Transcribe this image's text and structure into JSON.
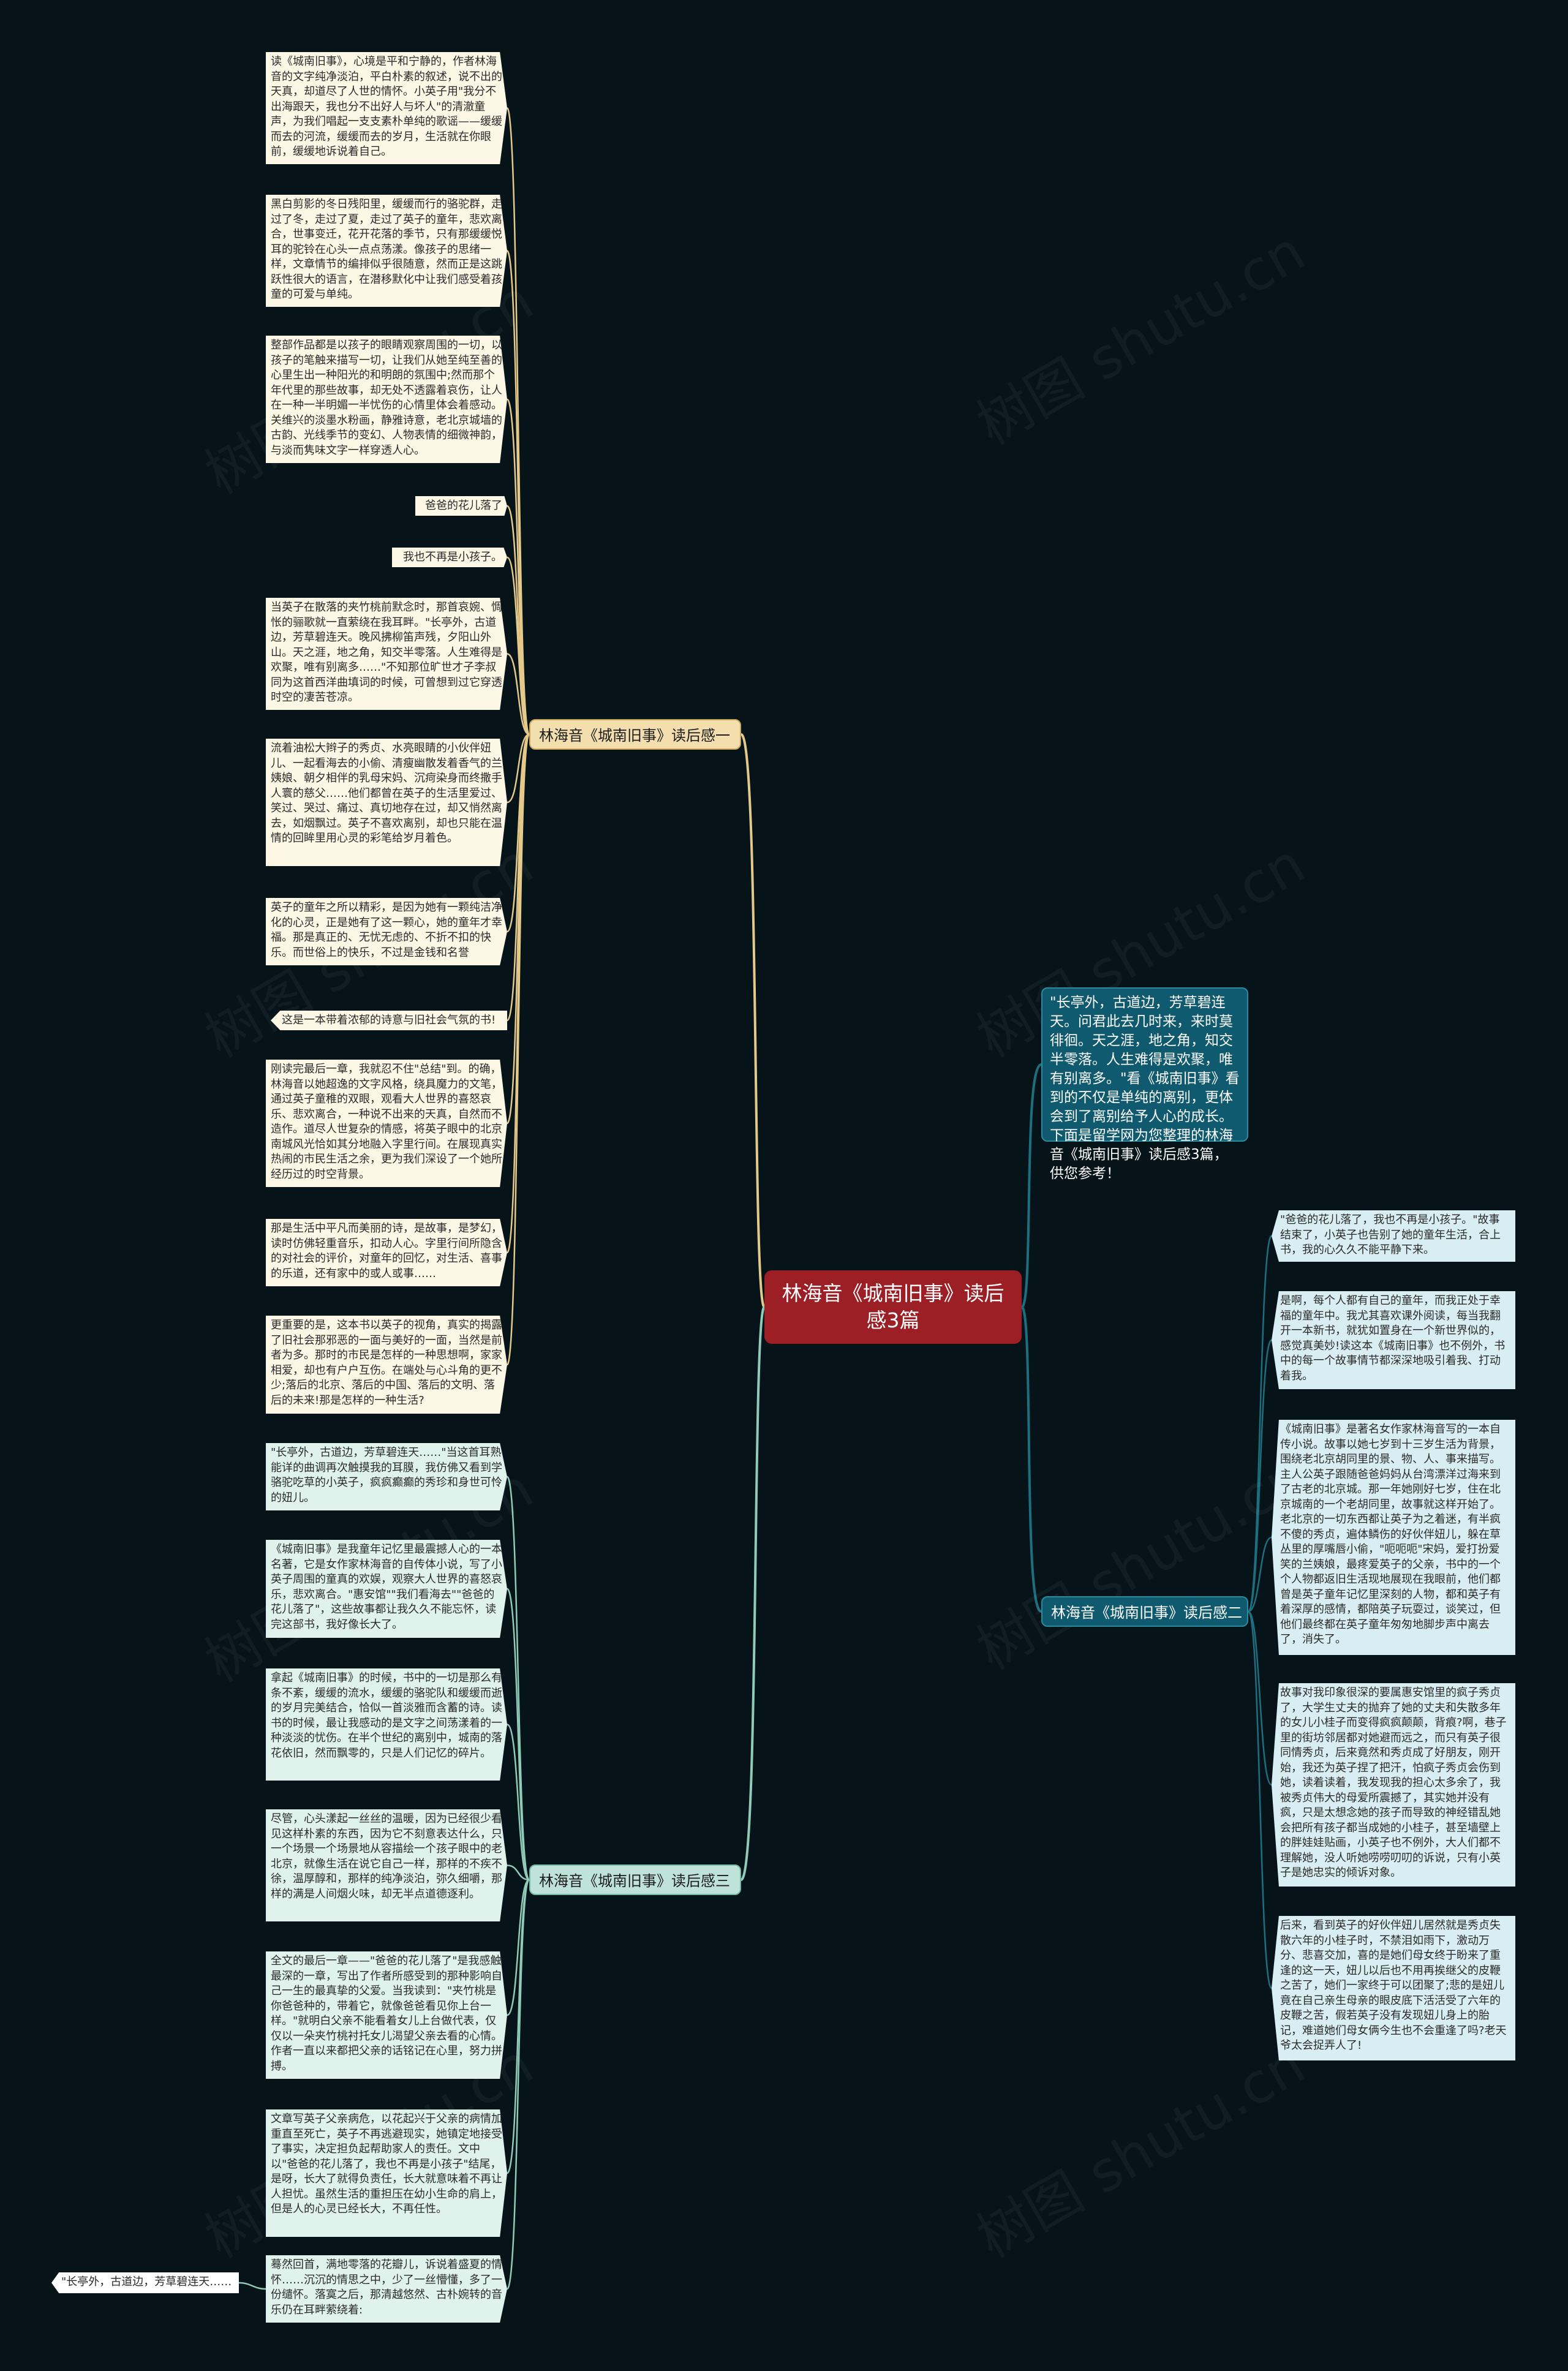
{
  "root": "林海音《城南旧事》读后感3篇",
  "intro": "\"长亭外，古道边，芳草碧连天。问君此去几时来，来时莫徘徊。天之涯，地之角，知交半零落。人生难得是欢聚，唯有别离多。\"看《城南旧事》看到的不仅是单纯的离别，更体会到了离别给予人心的成长。下面是留学网为您整理的林海音《城南旧事》读后感3篇，供您参考！",
  "branches": {
    "b1": "林海音《城南旧事》读后感一",
    "b2": "林海音《城南旧事》读后感二",
    "b3": "林海音《城南旧事》读后感三"
  },
  "b1_leaves": [
    "读《城南旧事》，心境是平和宁静的，作者林海音的文字纯净淡泊，平白朴素的叙述，说不出的天真，却道尽了人世的情怀。小英子用\"我分不出海跟天，我也分不出好人与坏人\"的清澈童声，为我们唱起一支支素朴单纯的歌谣——缓缓而去的河流，缓缓而去的岁月，生活就在你眼前，缓缓地诉说着自己。",
    "黑白剪影的冬日残阳里，缓缓而行的骆驼群，走过了冬，走过了夏，走过了英子的童年，悲欢离合，世事变迁，花开花落的季节，只有那缓缓悦耳的驼铃在心头一点点荡漾。像孩子的思绪一样，文章情节的编排似乎很随意，然而正是这跳跃性很大的语言，在潜移默化中让我们感受着孩童的可爱与单纯。",
    "整部作品都是以孩子的眼睛观察周围的一切，以孩子的笔触来描写一切，让我们从她至纯至善的心里生出一种阳光的和明朗的氛围中;然而那个年代里的那些故事，却无处不透露着哀伤，让人在一种一半明媚一半忧伤的心情里体会着感动。关维兴的淡墨水粉画，静雅诗意，老北京城墙的古韵、光线季节的变幻、人物表情的细微神韵，与淡而隽味文字一样穿透人心。",
    "爸爸的花儿落了",
    "我也不再是小孩子。",
    "当英子在散落的夹竹桃前默念时，那首哀婉、惆怅的骊歌就一直萦绕在我耳畔。\"长亭外，古道边，芳草碧连天。晚风拂柳笛声残，夕阳山外山。天之涯，地之角，知交半零落。人生难得是欢聚，唯有别离多……\"不知那位旷世才子李叔同为这首西洋曲填词的时候，可曾想到过它穿透时空的凄苦苍凉。",
    "流着油松大辫子的秀贞、水亮眼睛的小伙伴妞儿、一起看海去的小偷、清瘦幽散发着香气的兰姨娘、朝夕相伴的乳母宋妈、沉疴染身而终撒手人寰的慈父……他们都曾在英子的生活里爱过、笑过、哭过、痛过、真切地存在过，却又悄然离去，如烟飘过。英子不喜欢离别，却也只能在温情的回眸里用心灵的彩笔给岁月着色。",
    "英子的童年之所以精彩，是因为她有一颗纯洁净化的心灵，正是她有了这一颗心，她的童年才幸福。那是真正的、无忧无虑的、不折不扣的快乐。而世俗上的快乐，不过是金钱和名誉",
    "这是一本带着浓郁的诗意与旧社会气氛的书!",
    "刚读完最后一章，我就忍不住\"总结\"到。的确，林海音以她超逸的文字风格，绕具魔力的文笔，通过英子童稚的双眼，观看大人世界的喜怒哀乐、悲欢离合，一种说不出来的天真，自然而不造作。道尽人世复杂的情感，将英子眼中的北京南城风光恰如其分地融入字里行间。在展现真实热闹的市民生活之余，更为我们深设了一个她所经历过的时空背景。",
    "那是生活中平凡而美丽的诗，是故事，是梦幻，读时仿佛轻重音乐，扣动人心。字里行间所隐含的对社会的评价，对童年的回忆，对生活、喜事的乐道，还有家中的或人或事……",
    "更重要的是，这本书以英子的视角，真实的揭露了旧社会那邪恶的一面与美好的一面，当然是前者为多。那时的市民是怎样的一种思想啊，家家相爱，却也有户户互伤。在端处与心斗角的更不少;落后的北京、落后的中国、落后的文明、落后的未来!那是怎样的一种生活?"
  ],
  "b2_leaves": [
    "\"爸爸的花儿落了，我也不再是小孩子。\"故事结束了，小英子也告别了她的童年生活，合上书，我的心久久不能平静下来。",
    "是啊，每个人都有自己的童年，而我正处于幸福的童年中。我尤其喜欢课外阅读，每当我翻开一本新书，就犹如置身在一个新世界似的，感觉真美妙!读这本《城南旧事》也不例外，书中的每一个故事情节都深深地吸引着我、打动着我。",
    "《城南旧事》是著名女作家林海音写的一本自传小说。故事以她七岁到十三岁生活为背景，围绕老北京胡同里的景、物、人、事来描写。主人公英子跟随爸爸妈妈从台湾漂洋过海来到了古老的北京城。那一年她刚好七岁，住在北京城南的一个老胡同里，故事就这样开始了。老北京的一切东西都让英子为之着迷，有半疯不傻的秀贞，遍体鳞伤的好伙伴妞儿，躲在草丛里的厚嘴唇小偷，\"呃呃呃\"宋妈，爱打扮爱笑的兰姨娘，最疼爱英子的父亲，书中的一个个人物都返旧生活现地展现在我眼前，他们都曾是英子童年记忆里深刻的人物，都和英子有着深厚的感情，都陪英子玩耍过，谈笑过，但他们最终都在英子童年匆匆地脚步声中离去了，消失了。",
    "故事对我印象很深的要属惠安馆里的疯子秀贞了，大学生丈夫的抛弃了她的丈夫和失散多年的女儿小桂子而变得疯疯颠颠，背痕?啊，巷子里的街坊邻居都对她避而远之，而只有英子很同情秀贞，后来竟然和秀贞成了好朋友，刚开始，我还为英子捏了把汗，怕疯子秀贞会伤到她，读着读着，我发现我的担心太多余了，我被秀贞伟大的母爱所震撼了，其实她并没有疯，只是太想念她的孩子而导致的神经错乱她会把所有孩子都当成她的小桂子，甚至墙壁上的胖娃娃贴画，小英子也不例外，大人们都不理解她，没人听她唠唠叨叨的诉说，只有小英子是她忠实的倾诉对象。",
    "后来，看到英子的好伙伴妞儿居然就是秀贞失散六年的小桂子时，不禁泪如雨下，激动万分、悲喜交加，喜的是她们母女终于盼来了重逢的这一天，妞儿以后也不用再挨继父的皮鞭之苦了，她们一家终于可以团聚了;悲的是妞儿竟在自己亲生母亲的眼皮底下活活受了六年的皮鞭之苦，假若英子没有发现妞儿身上的胎记，难道她们母女俩今生也不会重逢了吗?老天爷太会捉弄人了!"
  ],
  "b3_leaves": [
    "\"长亭外，古道边，芳草碧连天……\"当这首耳熟能详的曲调再次触摸我的耳膜，我仿佛又看到学骆驼吃草的小英子，疯疯癫癫的秀珍和身世可怜的妞儿。",
    "《城南旧事》是我童年记忆里最震撼人心的一本名著，它是女作家林海音的自传体小说，写了小英子周围的童真的欢娱，观察大人世界的喜怒哀乐，悲欢离合。\"惠安馆\"\"我们看海去\"\"爸爸的花儿落了\"，这些故事都让我久久不能忘怀，读完这部书，我好像长大了。",
    "拿起《城南旧事》的时候，书中的一切是那么有条不紊，缓缓的流水，缓缓的骆驼队和缓缓而逝的岁月完美结合，恰似一首淡雅而含蓄的诗。读书的时候，最让我感动的是文字之间荡漾着的一种淡淡的忧伤。在半个世纪的离别中，城南的落花依旧，然而飘零的，只是人们记忆的碎片。",
    "尽管，心头漾起一丝丝的温暖，因为已经很少看见这样朴素的东西，因为它不刻意表达什么，只一个场景一个场景地从容描绘一个孩子眼中的老北京，就像生活在说它自己一样，那样的不疾不徐，温厚醇和，那样的纯净淡泊，弥久细嚼，那样的满是人间烟火味，却无半点道德逐利。",
    "全文的最后一章——\"爸爸的花儿落了\"是我感触最深的一章，写出了作者所感受到的那种影响自己一生的最真挚的父爱。当我读到：\"夹竹桃是你爸爸种的，带着它，就像爸爸看见你上台一样。\"就明白父亲不能看着女儿上台做代表，仅仅以一朵夹竹桃衬托女儿渴望父亲去看的心情。作者一直以来都把父亲的话铭记在心里，努力拼搏。",
    "文章写英子父亲病危，以花起兴于父亲的病情加重直至死亡，英子不再逃避现实，她镇定地接受了事实，决定担负起帮助家人的责任。文中以\"爸爸的花儿落了，我也不再是小孩子\"结尾，是呀，长大了就得负责任，长大就意味着不再让人担忧。虽然生活的重担压在幼小生命的肩上，但是人的心灵已经长大，不再任性。",
    "蓦然回首，满地零落的花瓣儿，诉说着盛夏的情怀……沉沉的情思之中，少了一丝懵懂，多了一份缱怀。落寞之后，那清越悠然、古朴婉转的音乐仍在耳畔萦绕着:"
  ],
  "b3_sub": "\"长亭外，古道边，芳草碧连天……",
  "watermarks": [
    "树图 shutu.cn",
    "树图 shutu.cn",
    "树图 shutu.cn",
    "树图 shutu.cn",
    "树图 shutu.cn",
    "树图 shutu.cn",
    "树图 shutu.cn",
    "树图 shutu.cn"
  ],
  "colors": {
    "background": "#06141a",
    "root": "#9b1f24",
    "branch1_line": "#e4c98b",
    "branch2_line": "#1d6f80",
    "branch3_line": "#8fcbb8"
  }
}
